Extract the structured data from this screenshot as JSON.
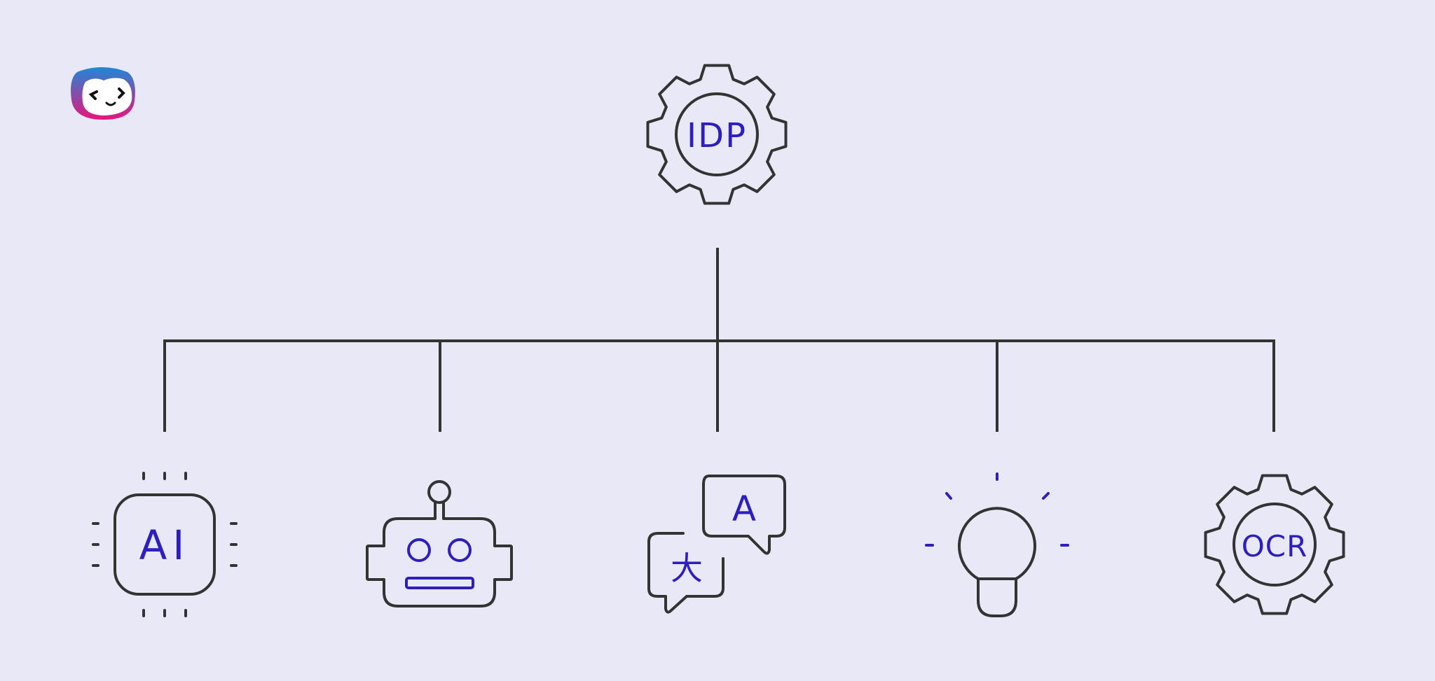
{
  "logo": {
    "name": "mascot-logo",
    "colors": {
      "top": "#1e88d6",
      "bottom": "#e8157e",
      "face": "#ffffff",
      "eyes": "#111111"
    }
  },
  "colors": {
    "background": "#e9e8f6",
    "line": "#333333",
    "accent": "#2d1fbe"
  },
  "root": {
    "label": "IDP",
    "icon": "gear-icon"
  },
  "children": [
    {
      "id": "ai",
      "label": "AI",
      "icon": "ai-chip-icon"
    },
    {
      "id": "robot",
      "icon": "robot-icon"
    },
    {
      "id": "translate",
      "label": "A",
      "label2": "大",
      "icon": "translation-chat-icon"
    },
    {
      "id": "idea",
      "icon": "lightbulb-icon"
    },
    {
      "id": "ocr",
      "label": "OCR",
      "icon": "gear-icon"
    }
  ]
}
